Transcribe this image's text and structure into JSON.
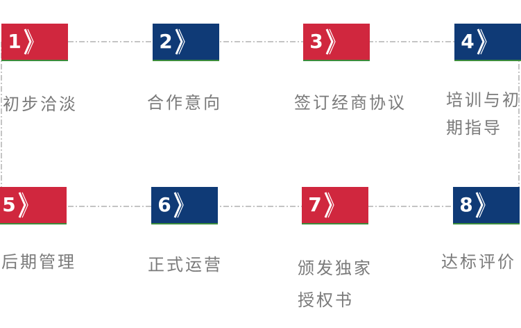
{
  "steps": [
    {
      "number": "1",
      "label_lines": [
        "初步洽淡"
      ],
      "color": "#d0273e"
    },
    {
      "number": "2",
      "label_lines": [
        "合作意向"
      ],
      "color": "#0f3a76"
    },
    {
      "number": "3",
      "label_lines": [
        "签订经商协议"
      ],
      "color": "#d0273e"
    },
    {
      "number": "4",
      "label_lines": [
        "培训与初",
        "期指导"
      ],
      "color": "#0f3a76"
    },
    {
      "number": "5",
      "label_lines": [
        "后期管理"
      ],
      "color": "#d0273e"
    },
    {
      "number": "6",
      "label_lines": [
        "正式运营"
      ],
      "color": "#0f3a76"
    },
    {
      "number": "7",
      "label_lines": [
        "颁发独家",
        "授权书"
      ],
      "color": "#d0273e"
    },
    {
      "number": "8",
      "label_lines": [
        "达标评价"
      ],
      "color": "#0f3a76"
    }
  ],
  "colors": {
    "red": "#d0273e",
    "navy": "#0f3a76",
    "text": "#7a7a7a",
    "connector": "#8a8a8a",
    "accent_underline": "#3c8c3c"
  }
}
